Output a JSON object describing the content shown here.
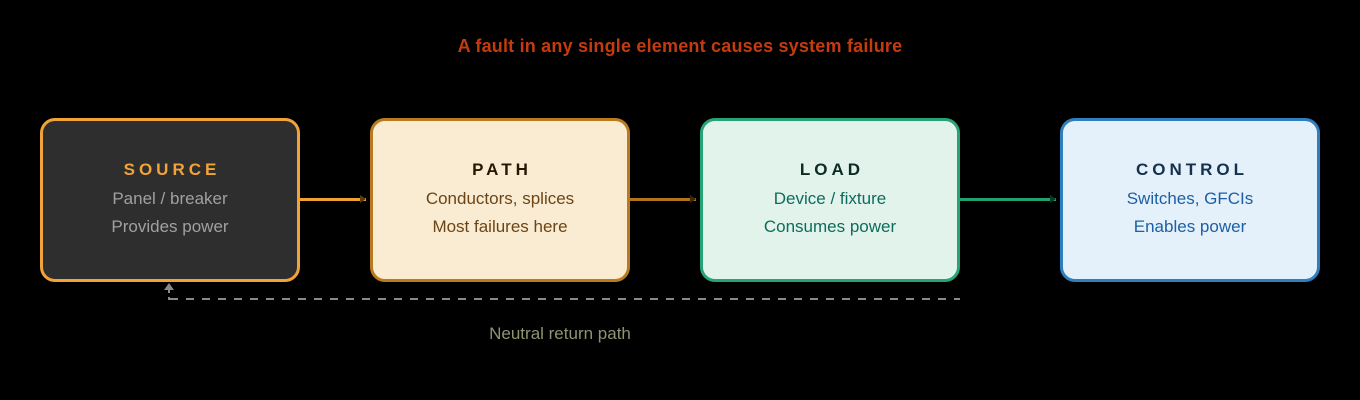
{
  "title": "A fault in any single element causes system failure",
  "nodes": [
    {
      "id": "source",
      "title": "SOURCE",
      "line1": "Panel / breaker",
      "line2": "Provides power",
      "fill": "#2e2e2e",
      "border": "#f2a338",
      "title_color": "#f2a338",
      "text_color": "#a0a0a0"
    },
    {
      "id": "path",
      "title": "PATH",
      "line1": "Conductors, splices",
      "line2": "Most failures here",
      "fill": "#f9ecd3",
      "border": "#ba7b1d",
      "title_color": "#241805",
      "text_color": "#6b4515"
    },
    {
      "id": "load",
      "title": "LOAD",
      "line1": "Device / fixture",
      "line2": "Consumes power",
      "fill": "#e2f3eb",
      "border": "#27a377",
      "title_color": "#0e2a24",
      "text_color": "#0f6b5c"
    },
    {
      "id": "control",
      "title": "CONTROL",
      "line1": "Switches, GFCIs",
      "line2": "Enables power",
      "fill": "#e4f0fa",
      "border": "#2d7fc0",
      "title_color": "#16314e",
      "text_color": "#1d5fa5"
    }
  ],
  "connectors": [
    {
      "from": "source",
      "to": "path",
      "color": "#efa02f"
    },
    {
      "from": "path",
      "to": "load",
      "color": "#b3731a"
    },
    {
      "from": "load",
      "to": "control",
      "color": "#1fa26b"
    }
  ],
  "return_path": {
    "label": "Neutral return path",
    "dash_color": "#8a8a8a",
    "label_color": "#8e9472"
  },
  "colors": {
    "background": "#000000",
    "title_text": "#c43b0e"
  }
}
